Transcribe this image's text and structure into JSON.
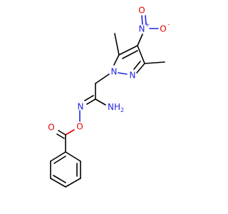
{
  "molecule": {
    "atoms": {
      "nitro_n": {
        "label": "N",
        "charge": "+"
      },
      "nitro_o_top": {
        "label": "O"
      },
      "nitro_o_right": {
        "label": "O",
        "charge": "-"
      },
      "pyrazole_n1": {
        "label": "N"
      },
      "pyrazole_n2": {
        "label": "N"
      },
      "amidine_n": {
        "label": "N"
      },
      "amine": {
        "label": "NH",
        "subscript": "2"
      },
      "oxime_o": {
        "label": "O"
      },
      "carbonyl_o": {
        "label": "O"
      }
    },
    "colors": {
      "carbon_bond": "#000000",
      "nitrogen": "#2323e6",
      "oxygen": "#e60000"
    }
  }
}
